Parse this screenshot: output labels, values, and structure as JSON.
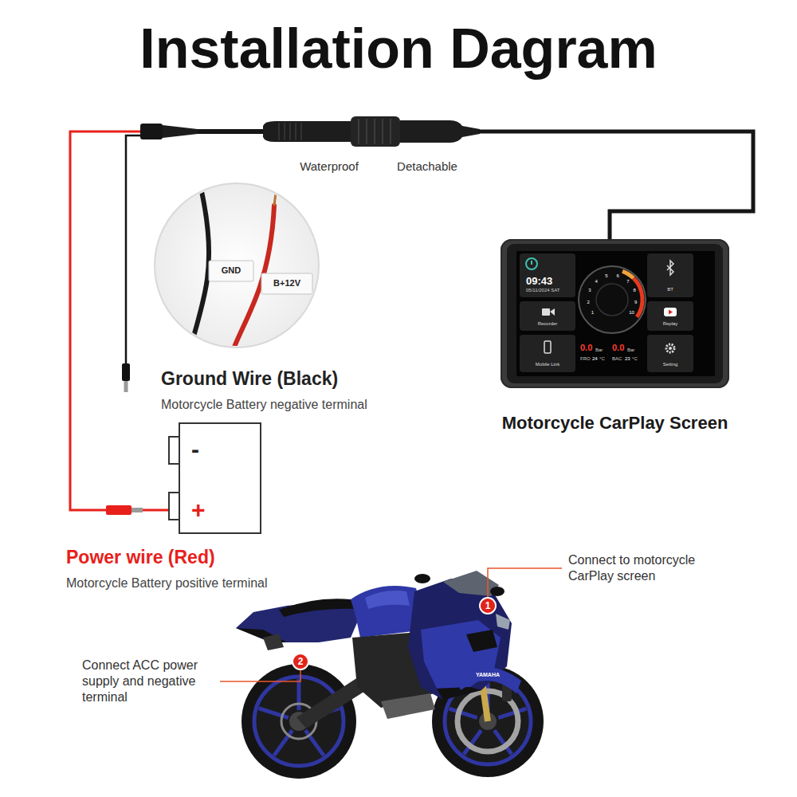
{
  "diagram": {
    "title": "Installation Dagram",
    "nodes": [
      {
        "text": [
          "-",
          "+"
        ]
      },
      {
        "text": [
          "Motorcycle CarPlay Screen"
        ]
      }
    ],
    "edges": [
      {
        "from": 1,
        "to": 0,
        "arrow": "none"
      }
    ],
    "labels": [
      "Waterproof",
      "Detachable",
      "GND",
      "B+12V",
      "Ground Wire (Black)",
      "Motorcycle Battery negative terminal",
      "Power wire (Red)",
      "Motorcycle Battery positive terminal",
      "09:43",
      "05/11/2024 SAT",
      "BT",
      "Recorder",
      "Replay",
      "Mobile Link",
      "Setting",
      "0.0",
      "Bar",
      "0.0",
      "Bar",
      "FRO",
      "24",
      "°C",
      "BAC",
      "23",
      "°C",
      "1",
      "2",
      "3",
      "4",
      "5",
      "6",
      "7",
      "8",
      "9",
      "10",
      "1",
      "Connect to motorcycle CarPlay screen",
      "2",
      "Connect ACC power supply and negative terminal",
      "YAMAHA"
    ]
  }
}
